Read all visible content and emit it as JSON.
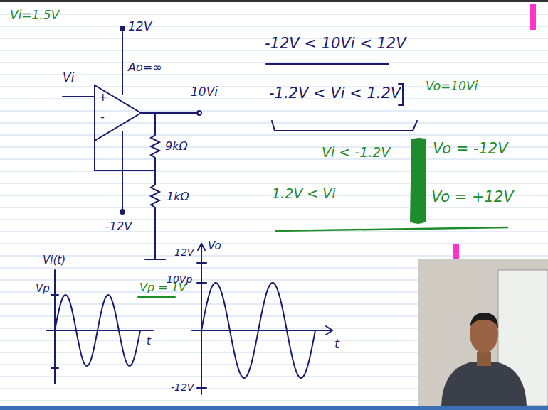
{
  "diagram": {
    "labels": [
      "Vi=1.5V",
      "12V",
      "Ao=∞",
      "Vi",
      "+",
      "-",
      "10Vi",
      "9kΩ",
      "1kΩ",
      "-12V",
      "-12V < 10Vi < 12V",
      "-1.2V < Vi < 1.2V",
      "Vo=10Vi",
      "Vi < -1.2V",
      "Vo = -12V",
      "1.2V < Vi",
      "Vo = +12V",
      "Vi(t)",
      "Vp",
      "Vp = 1V",
      "t",
      "12V",
      "Vo",
      "10Vp",
      "-12V",
      "t"
    ]
  }
}
